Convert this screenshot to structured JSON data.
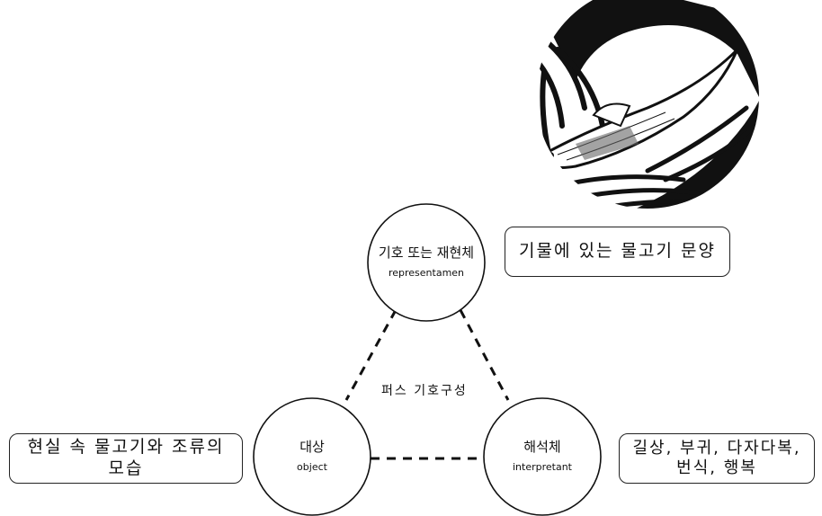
{
  "nodes": {
    "sign": {
      "label": "기호 또는 재현체",
      "sublabel": "representamen"
    },
    "object": {
      "label": "대상",
      "sublabel": "object"
    },
    "interpretant": {
      "label": "해석체",
      "sublabel": "interpretant"
    }
  },
  "center_label": "퍼스 기호구성",
  "boxes": {
    "sign_example": "기물에 있는 물고기 문양",
    "object_example": "현실 속 물고기와 조류의 모습",
    "interpretant_example": "길상, 부귀, 다자다복, 번식, 행복"
  },
  "illustration": {
    "subject": "fish-and-waterweed-pattern",
    "colors": {
      "ink": "#111111",
      "paper": "#ffffff"
    }
  }
}
